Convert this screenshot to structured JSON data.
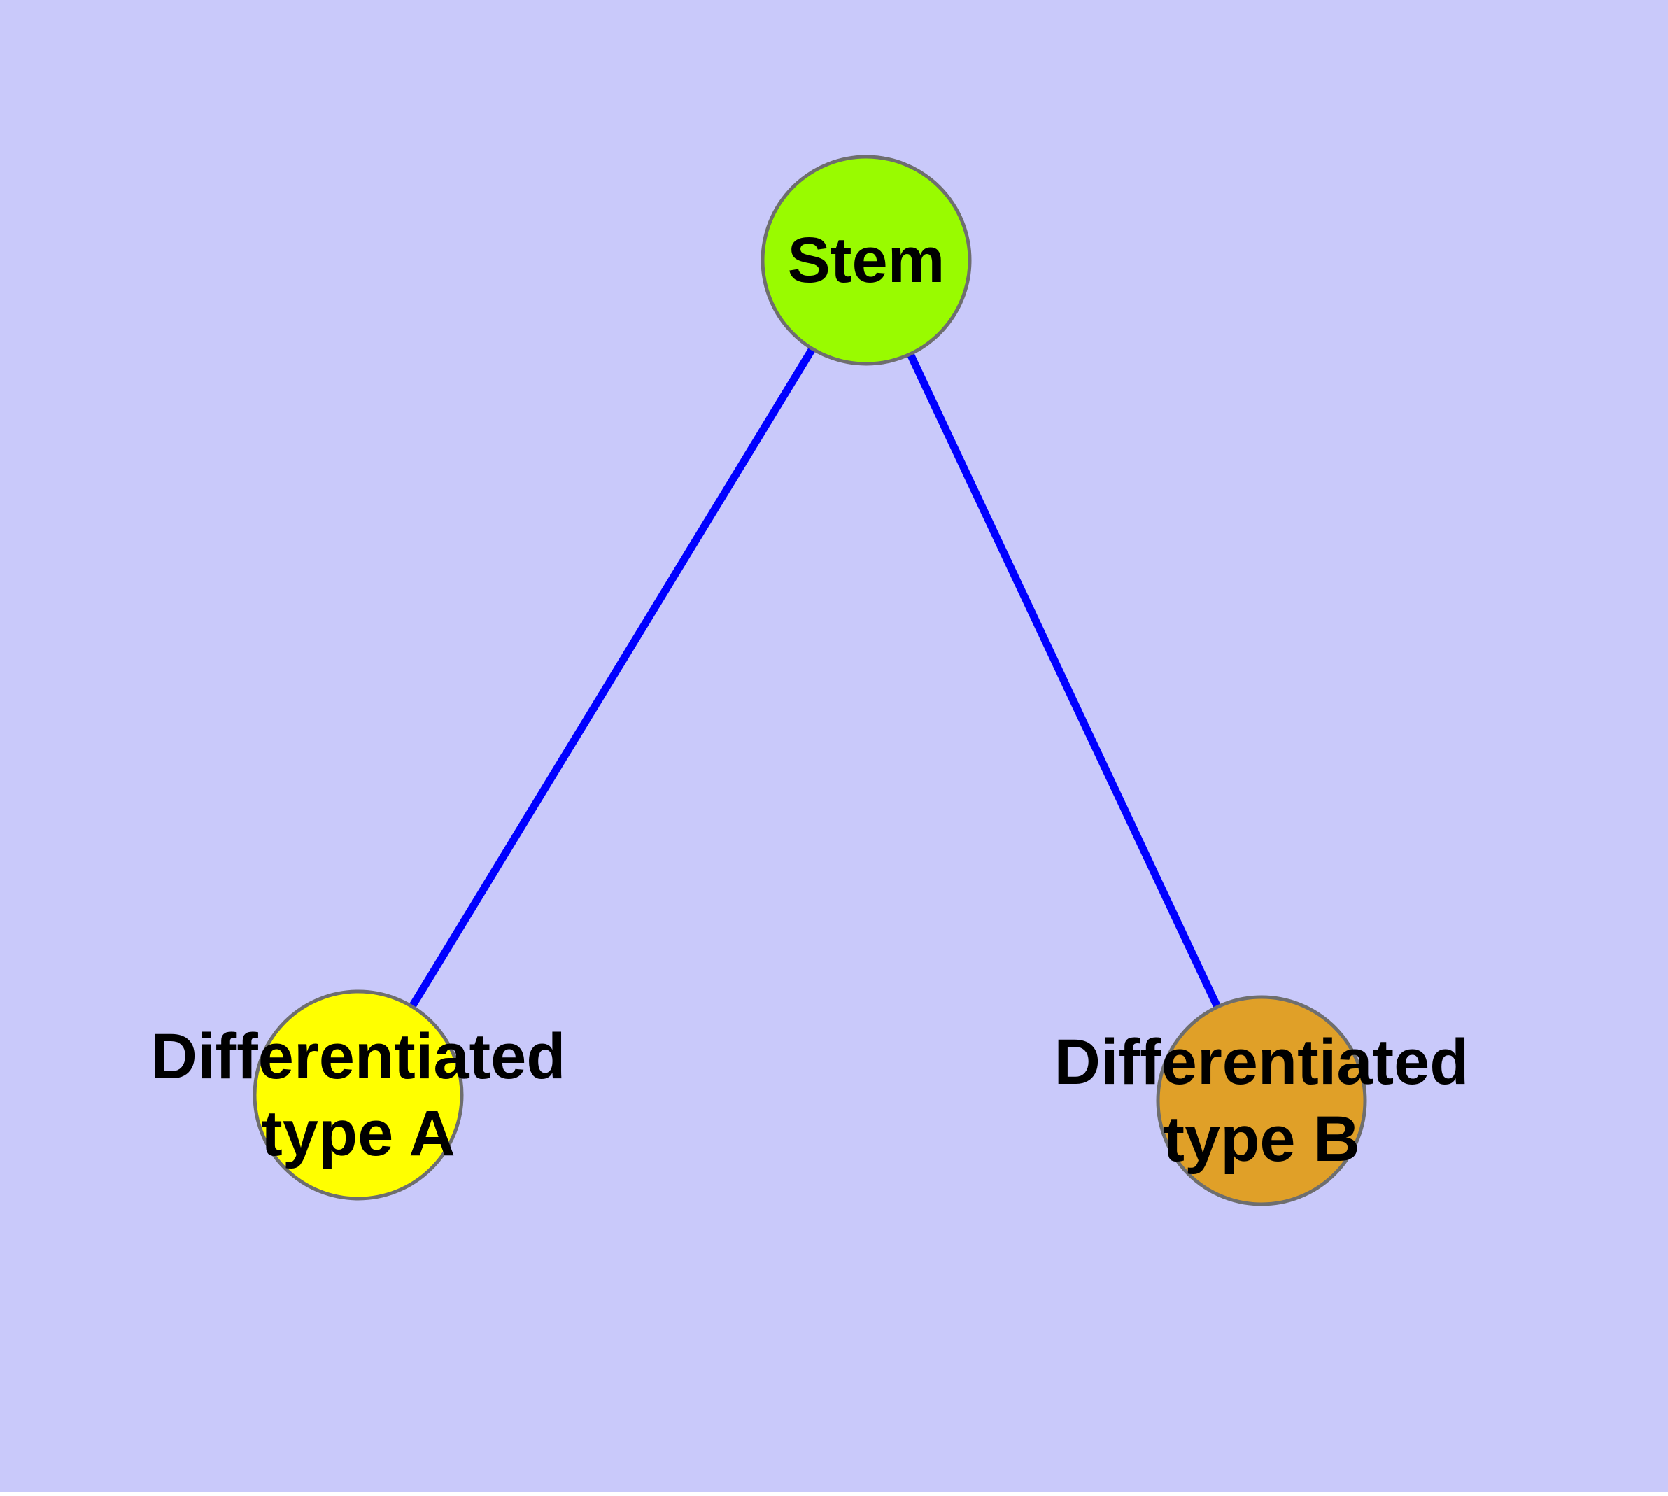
{
  "canvas": {
    "background_color": "#C9C9FA",
    "margin_color": "#FFFFFF"
  },
  "diagram": {
    "type": "node-link-graph",
    "edge_color": "#0000FF",
    "node_border_color": "#6E6E6E",
    "label_color": "#000000",
    "nodes": [
      {
        "id": "stem",
        "label": "Stem",
        "lines": [
          "Stem"
        ],
        "color": "#99FB00"
      },
      {
        "id": "differentiated-type-a",
        "label": "Differentiated type A",
        "lines": [
          "Differentiated",
          "type A"
        ],
        "color": "#FFFF00"
      },
      {
        "id": "differentiated-type-b",
        "label": "Differentiated type B",
        "lines": [
          "Differentiated",
          "type B"
        ],
        "color": "#E0A028"
      }
    ],
    "edges": [
      {
        "from": "Stem",
        "to": "Differentiated type A"
      },
      {
        "from": "Stem",
        "to": "Differentiated type B"
      }
    ]
  }
}
